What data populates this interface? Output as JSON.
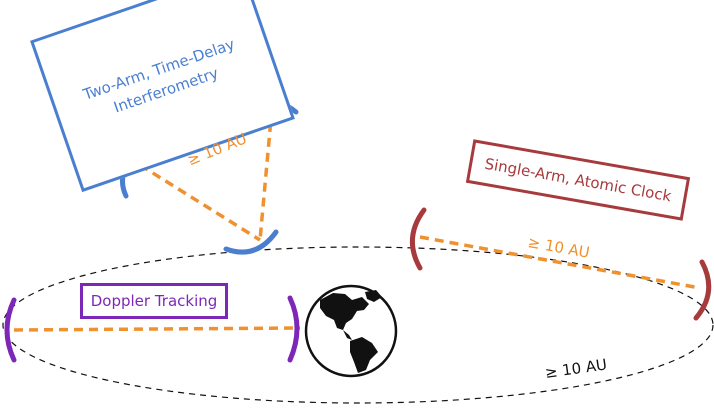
{
  "diagram": {
    "two_arm_label": "Two-Arm, Time-Delay Interferometry",
    "single_arm_label": "Single-Arm, Atomic Clock",
    "doppler_label": "Doppler Tracking",
    "distance_label_two_arm": "≥ 10 AU",
    "distance_label_single_arm": "≥ 10 AU",
    "distance_label_orbit": "≥ 10 AU"
  },
  "colors": {
    "two_arm": "#4a7fd0",
    "single_arm": "#a63a3c",
    "doppler": "#7d27b8",
    "baseline": "#f0912f",
    "orbit": "#111111",
    "earth": "#111111"
  },
  "icons": {
    "earth": "earth-globe-icon"
  }
}
